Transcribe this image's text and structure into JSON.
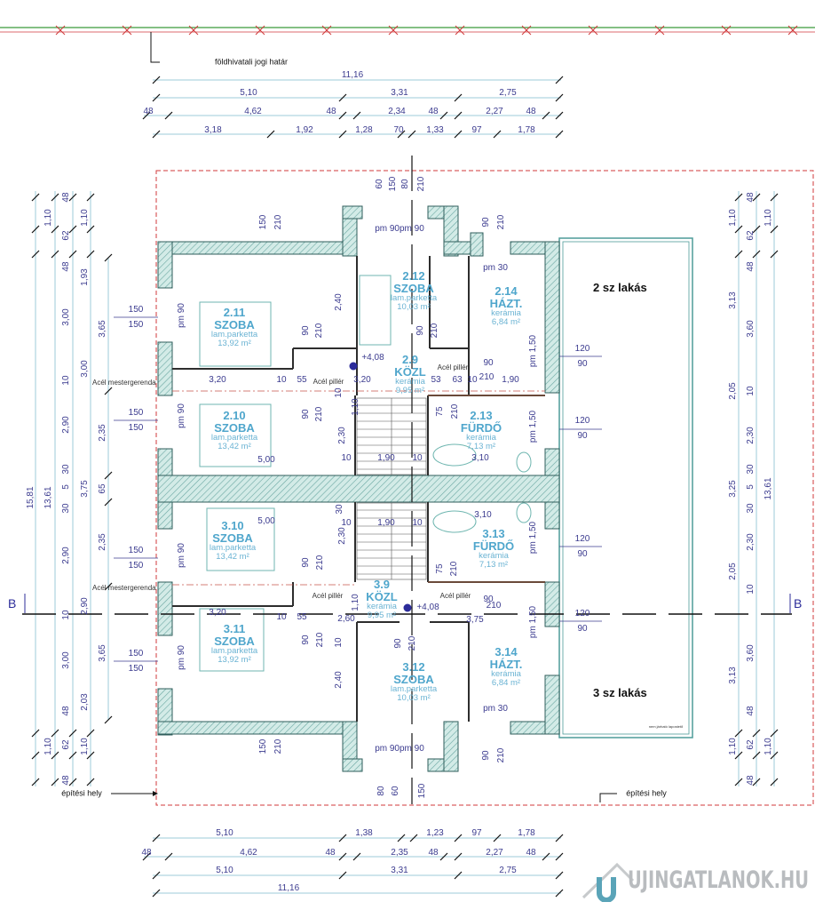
{
  "boundary_label": "földhivatali jogi határ",
  "building_line_label": "építési hely",
  "apartments": [
    "2 sz lakás",
    "3 sz lakás"
  ],
  "section_mark": "B",
  "terrace_note": "nem járható lapostető",
  "watermark": "UJINGATLANOK.HU",
  "rooms": [
    {
      "number": "2.11",
      "name": "SZOBA",
      "floor": "lam.parketta",
      "area": "13,92 m²"
    },
    {
      "number": "2.12",
      "name": "SZOBA",
      "floor": "lam.parketta",
      "area": "10,03 m²"
    },
    {
      "number": "2.14",
      "name": "HÁZT.",
      "floor": "kerámia",
      "area": "6,84 m²"
    },
    {
      "number": "2.9",
      "name": "KÖZL",
      "floor": "kerámia",
      "area": "9,95 m²"
    },
    {
      "number": "2.10",
      "name": "SZOBA",
      "floor": "lam.parketta",
      "area": "13,42 m²"
    },
    {
      "number": "2.13",
      "name": "FÜRDŐ",
      "floor": "kerámia",
      "area": "7,13 m²"
    },
    {
      "number": "3.10",
      "name": "SZOBA",
      "floor": "lam.parketta",
      "area": "13,42 m²"
    },
    {
      "number": "3.13",
      "name": "FÜRDŐ",
      "floor": "kerámia",
      "area": "7,13 m²"
    },
    {
      "number": "3.9",
      "name": "KÖZL",
      "floor": "kerámia",
      "area": "9,95 m²"
    },
    {
      "number": "3.11",
      "name": "SZOBA",
      "floor": "lam.parketta",
      "area": "13,92 m²"
    },
    {
      "number": "3.12",
      "name": "SZOBA",
      "floor": "lam.parketta",
      "area": "10,03 m²"
    },
    {
      "number": "3.14",
      "name": "HÁZT.",
      "floor": "kerámia",
      "area": "6,84 m²"
    }
  ],
  "dims_top": [
    [
      "11,16"
    ],
    [
      "5,10",
      "3,31",
      "2,75"
    ],
    [
      "48",
      "4,62",
      "48",
      "2,34",
      "48",
      "2,27",
      "48"
    ],
    [
      "3,18",
      "1,92",
      "1,28",
      "70",
      "1,33",
      "97",
      "1,78"
    ]
  ],
  "dims_bottom": [
    [
      "5,10",
      "1,38",
      "1,23",
      "97",
      "1,78"
    ],
    [
      "48",
      "4,62",
      "48",
      "2,35",
      "48",
      "2,27",
      "48"
    ],
    [
      "5,10",
      "3,31",
      "2,75"
    ],
    [
      "11,16"
    ]
  ],
  "dims_left": [
    [
      "15,81"
    ],
    [
      "1,10",
      "13,61",
      "1,10"
    ],
    [
      "48",
      "62",
      "48",
      "3,00",
      "10",
      "2,90",
      "30",
      "5",
      "30",
      "2,90",
      "10",
      "3,00",
      "48",
      "62",
      "48"
    ],
    [
      "1,10",
      "1,93",
      "3,00",
      "3,75",
      "2,90",
      "2,03",
      "1,10"
    ],
    [
      "3,65",
      "2,35",
      "65",
      "2,35",
      "3,65"
    ]
  ],
  "dims_right": [
    [
      "1,10",
      "3,13",
      "2,05",
      "3,25",
      "2,05",
      "3,13",
      "1,10"
    ],
    [
      "48",
      "62",
      "48",
      "3,60",
      "10",
      "2,30",
      "30",
      "5",
      "30",
      "2,30",
      "10",
      "3,60",
      "48",
      "62",
      "48"
    ],
    [
      "1,10",
      "13,61",
      "1,10"
    ]
  ],
  "windows_left": [
    [
      "150",
      "150"
    ],
    [
      "150",
      "150"
    ],
    [
      "150",
      "150"
    ],
    [
      "150",
      "150"
    ]
  ],
  "windows_right": [
    [
      "120",
      "90"
    ],
    [
      "120",
      "90"
    ],
    [
      "120",
      "90"
    ],
    [
      "120",
      "90"
    ]
  ],
  "annotations": {
    "beam": "Acél mestergerenda",
    "pillar": "Acél pillér",
    "level": "+4,08"
  },
  "inner_dims": [
    "150",
    "210",
    "60",
    "150",
    "80",
    "210",
    "90",
    "210",
    "pm 90pm 90",
    "pm 30",
    "2,40",
    "pm 90",
    "90",
    "210",
    "90",
    "210",
    "pm 1,50",
    "90",
    "3,20",
    "10",
    "55",
    "3,20",
    "53",
    "63",
    "10",
    "210",
    "1,90",
    "pm 90",
    "90",
    "210",
    "75",
    "210",
    "2,30",
    "pm 1,50",
    "5,00",
    "10",
    "1,90",
    "10",
    "3,10",
    "10",
    "1,10",
    "5,00",
    "10",
    "1,90",
    "10",
    "3,10",
    "30",
    "2,30",
    "pm 90",
    "90",
    "210",
    "75",
    "210",
    "pm 1,50",
    "90",
    "3,20",
    "10",
    "55",
    "2,60",
    "3,75",
    "210",
    "pm 1,50",
    "pm 90",
    "90",
    "210",
    "90",
    "210",
    "2,40",
    "pm 30",
    "pm 90pm 90",
    "150",
    "210",
    "90",
    "210",
    "80",
    "60",
    "150",
    "10",
    "1,10"
  ],
  "colors": {
    "dim_text": "#3b3b8f",
    "room_text": "#4fa6cc",
    "dim_line": "#9ccbd8",
    "wall": "#4d8c88",
    "wall_fill": "#c9e6e1",
    "boundary": "#d0383b",
    "property": "#3a9a3a"
  }
}
